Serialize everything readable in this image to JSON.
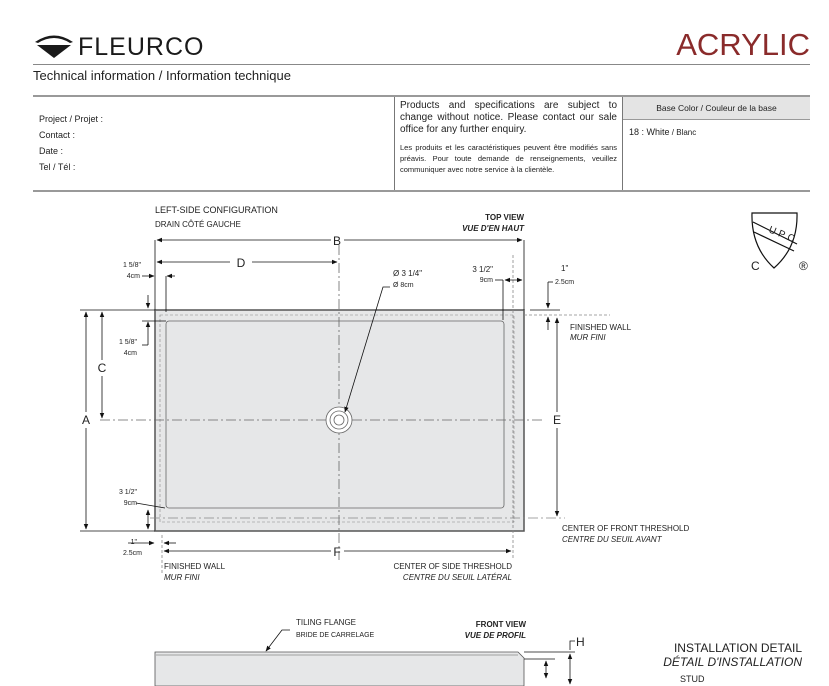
{
  "header": {
    "brand": "FLEURCO",
    "product_type": "ACRYLIC",
    "subtitle": "Technical information / Information technique"
  },
  "info_table": {
    "fields": [
      "Project / Projet :",
      "Contact :",
      "Date :",
      "Tel / Tél :"
    ],
    "notice_en": "Products and specifications are subject to change without notice. Please contact our sale office for any further enquiry.",
    "notice_fr": "Les produits et les caractéristiques peuvent être modifiés sans préavis. Pour toute demande de renseignements, veuillez communiquer avec notre service à la clientèle.",
    "base_color_header": "Base Color / Couleur de la base",
    "base_color_code": "18 : White",
    "base_color_fr": " / Blanc"
  },
  "top_view": {
    "config_en": "LEFT-SIDE CONFIGURATION",
    "config_fr": "DRAIN CÔTÉ GAUCHE",
    "title_en": "TOP VIEW",
    "title_fr": "VUE D'EN HAUT",
    "dim_labels": {
      "A": "A",
      "B": "B",
      "C": "C",
      "D": "D",
      "E": "E",
      "F": "F"
    },
    "left_flange_in": "1 5/8\"",
    "left_flange_cm": "4cm",
    "top_flange_in": "1 5/8\"",
    "top_flange_cm": "4cm",
    "right_threshold_in": "3 1/2\"",
    "right_threshold_cm": "9cm",
    "bottom_threshold_in": "3 1/2\"",
    "bottom_threshold_cm": "9cm",
    "drain_in": "Ø 3 1/4\"",
    "drain_cm": "Ø 8cm",
    "wall_offset_right_in": "1\"",
    "wall_offset_right_cm": "2.5cm",
    "wall_offset_left_in": "1\"",
    "wall_offset_left_cm": "2.5cm",
    "finished_wall_en": "FINISHED WALL",
    "finished_wall_fr": "MUR FINI",
    "front_threshold_en": "CENTER OF FRONT THRESHOLD",
    "front_threshold_fr": "CENTRE DU SEUIL AVANT",
    "side_threshold_en": "CENTER OF SIDE THRESHOLD",
    "side_threshold_fr": "CENTRE DU SEUIL LATÉRAL"
  },
  "front_view": {
    "title_en": "FRONT VIEW",
    "title_fr": "VUE DE PROFIL",
    "flange_en": "TILING FLANGE",
    "flange_fr": "BRIDE DE CARRELAGE",
    "dim_H": "H"
  },
  "installation": {
    "title_en": "INSTALLATION DETAIL",
    "title_fr": "DÉTAIL D'INSTALLATION",
    "stud": "STUD"
  },
  "certification": {
    "mark": "UPC",
    "left": "C",
    "right": "®"
  },
  "colors": {
    "accent": "#8a2b2b",
    "base_fill": "#e6e7e8"
  }
}
